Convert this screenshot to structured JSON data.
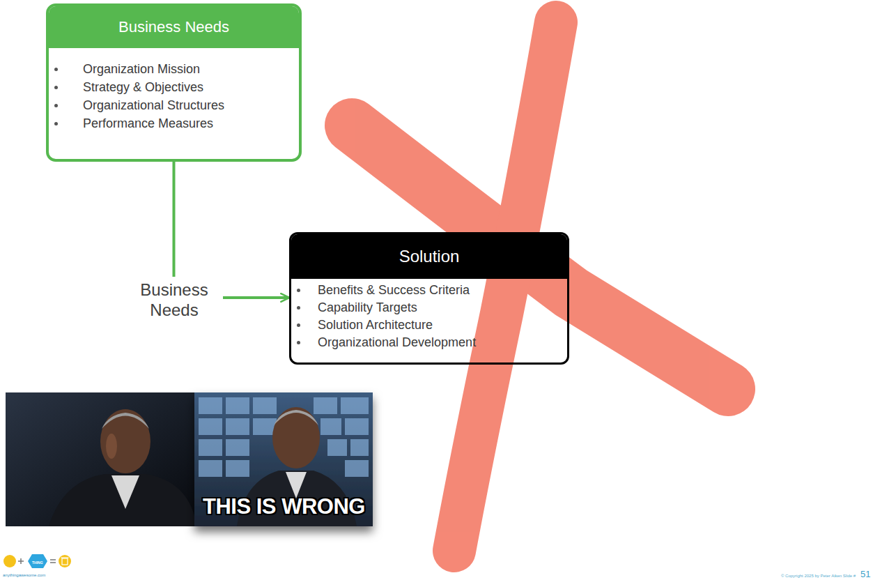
{
  "diagram": {
    "nodes": [
      {
        "text": [
          "Business Needs",
          "Organization Mission",
          "Strategy & Objectives",
          "Organizational Structures",
          "Performance Measures"
        ]
      },
      {
        "text": [
          "Solution",
          "Benefits & Success Criteria",
          "Capability Targets",
          "Solution Architecture",
          "Organizational Development"
        ]
      }
    ],
    "edges": [
      {
        "from": 0,
        "to": 1,
        "arrow": "to",
        "label": "Business Needs"
      }
    ],
    "labels": [
      "THIS IS WRONG",
      "THING",
      "anythingawesome.com",
      "© Copyright 2025 by Peter Aiken Slide #",
      "51"
    ]
  }
}
